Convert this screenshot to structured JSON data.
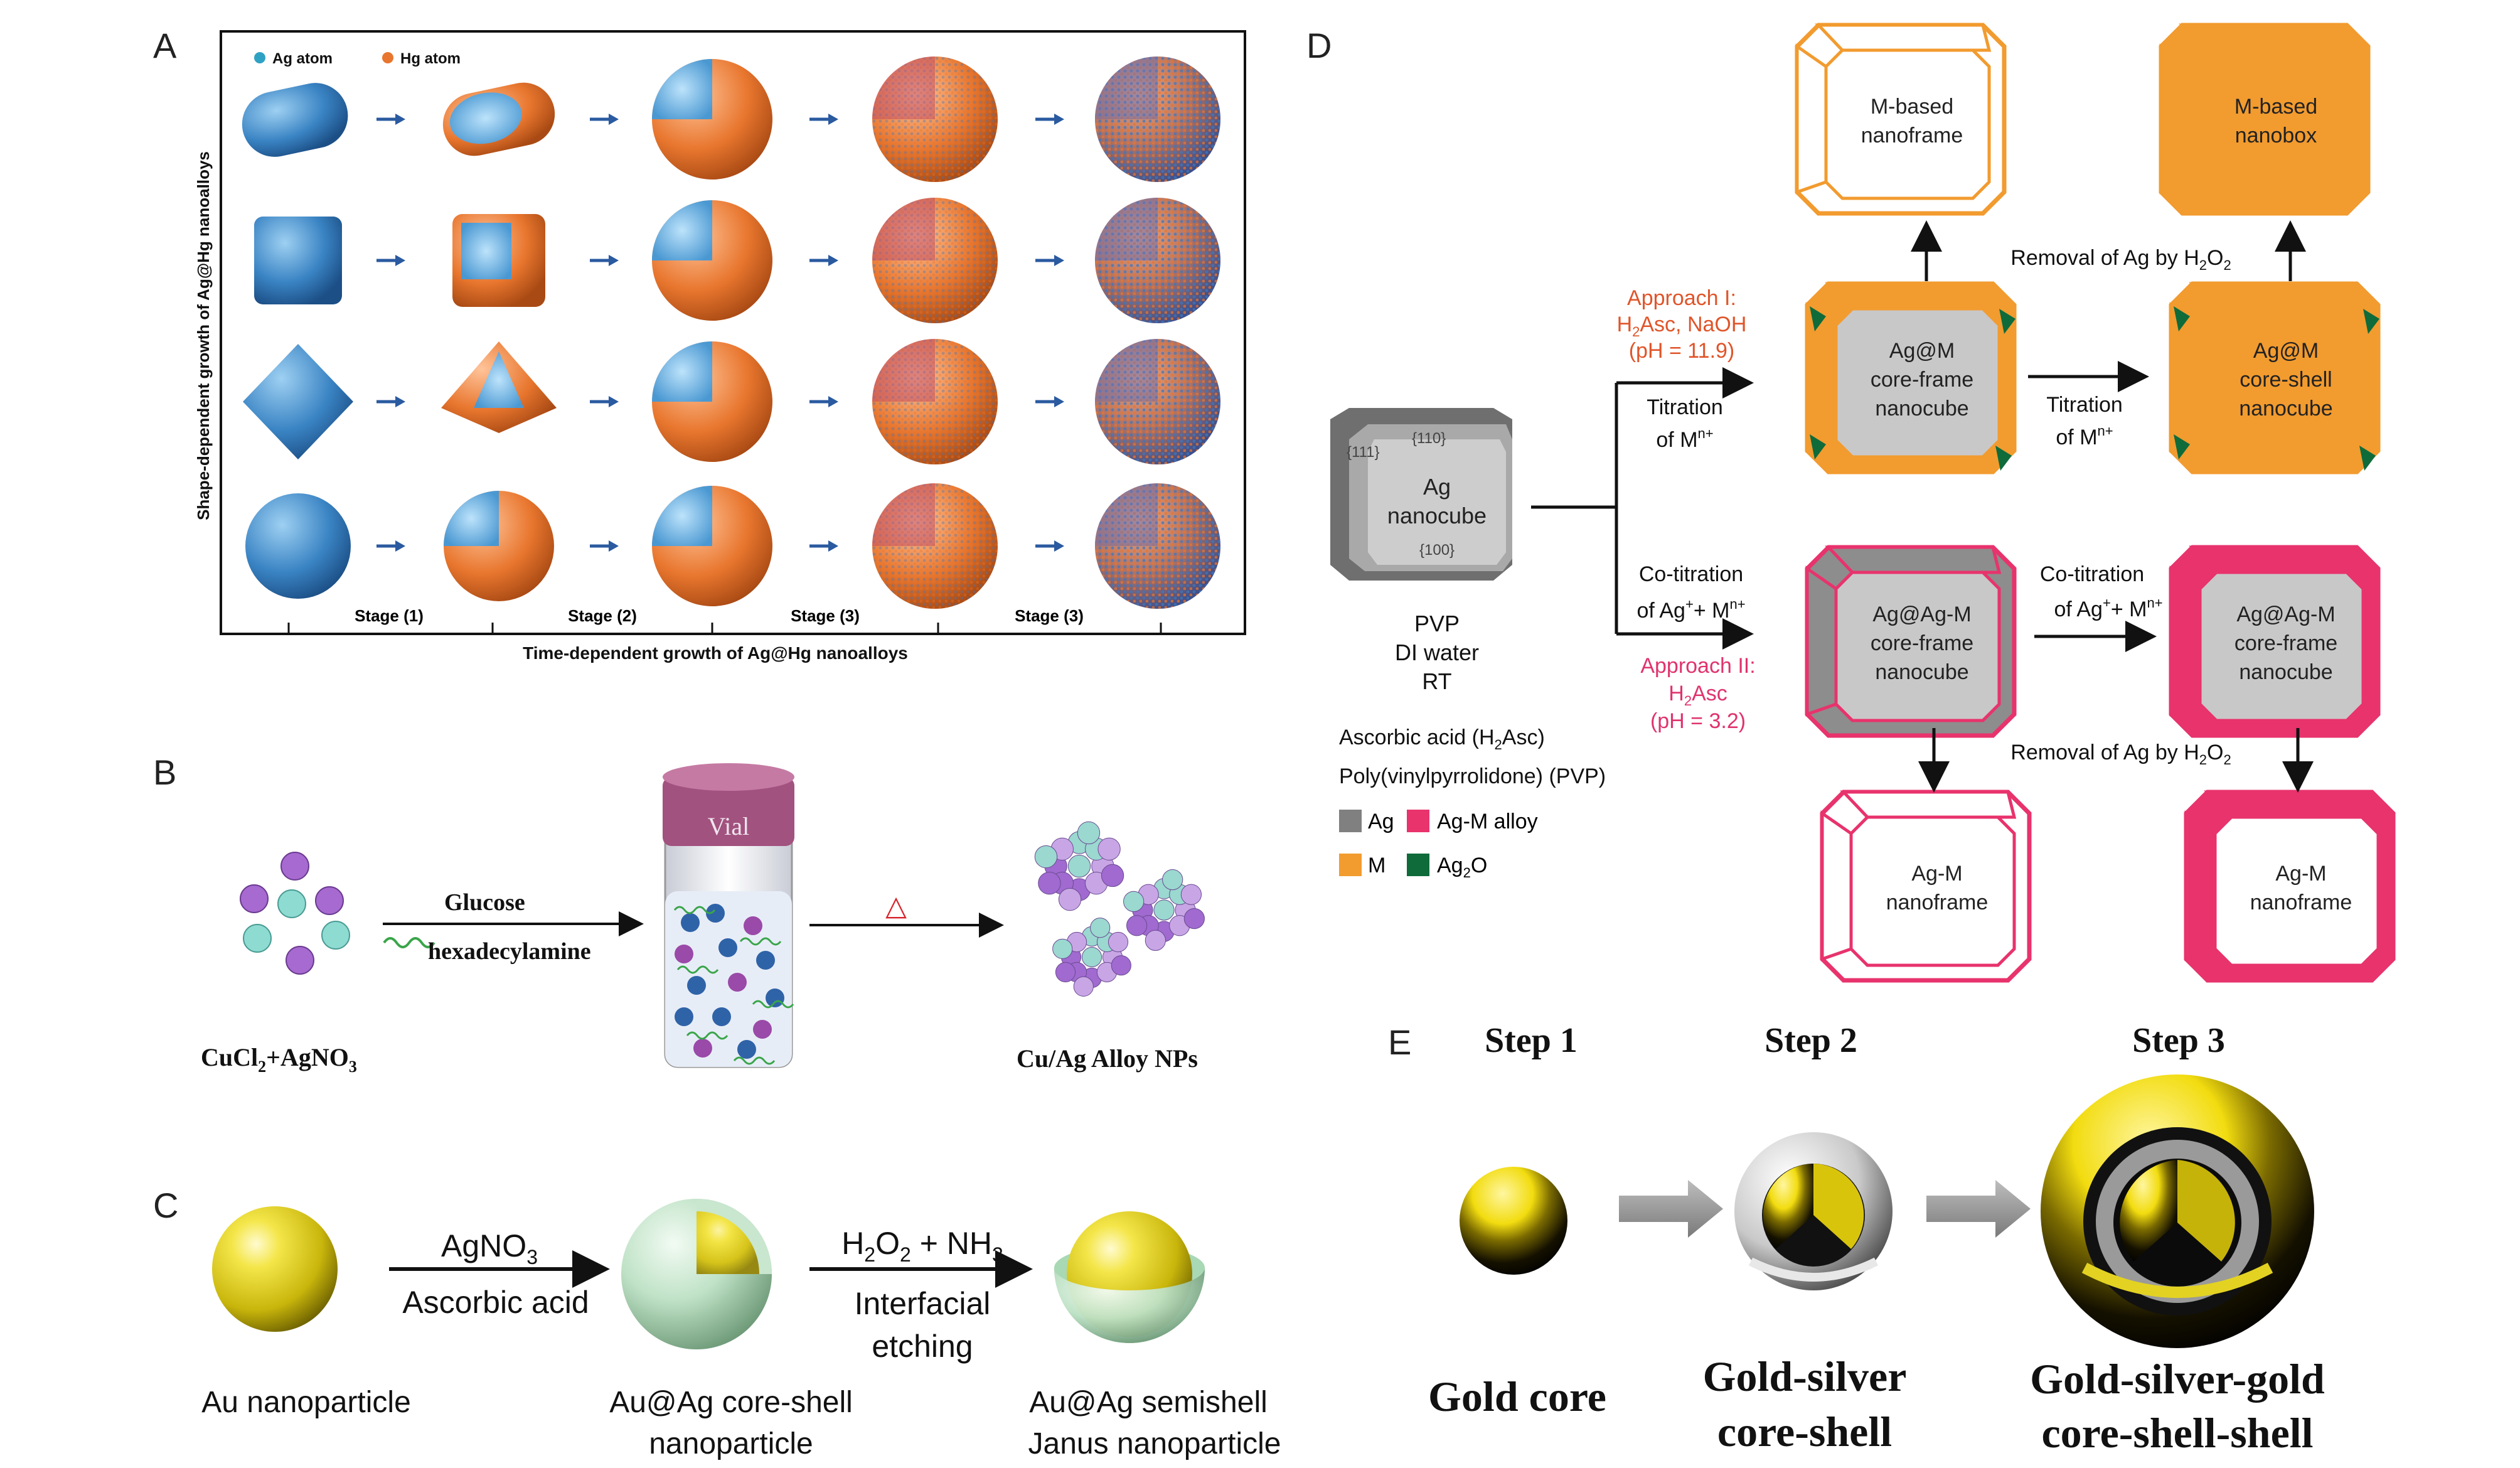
{
  "panels": {
    "A": {
      "letter": "A",
      "legend": {
        "ag": "Ag atom",
        "hg": "Hg atom",
        "ag_color": "#2f7fc4",
        "hg_color": "#e8762e"
      },
      "y_axis_label": "Shape-dependent growth of Ag@Hg nanoalloys",
      "x_axis_label": "Time-dependent growth of Ag@Hg nanoalloys",
      "stages": [
        "Stage (1)",
        "Stage (2)",
        "Stage (3)",
        "Stage (3)"
      ]
    },
    "B": {
      "letter": "B",
      "reagent1": "Glucose",
      "reagent2": "hexadecylamine",
      "vial": "Vial",
      "precursor_main": "CuCl",
      "precursor_sub2": "2",
      "precursor_mid": "+AgNO",
      "precursor_sub3": "3",
      "heat_symbol": "△",
      "product": "Cu/Ag Alloy NPs"
    },
    "C": {
      "letter": "C",
      "reagent1": "AgNO",
      "reagent1_sub": "3",
      "reagent2": "Ascorbic acid",
      "etchant_a": "H",
      "etchant_sub_a": "2",
      "etchant_b": "O",
      "etchant_sub_b": "2",
      "etchant_c": " + NH",
      "etchant_sub_c": "3",
      "etch_line1": "Interfacial",
      "etch_line2": "etching",
      "p1": "Au nanoparticle",
      "p2_line1": "Au@Ag core-shell",
      "p2_line2": "nanoparticle",
      "p3_line1": "Au@Ag semishell",
      "p3_line2": "Janus nanoparticle"
    },
    "D": {
      "letter": "D",
      "ag_cube": {
        "line1": "Ag",
        "line2": "nanocube",
        "f111": "{111}",
        "f110": "{110}",
        "f100": "{100}"
      },
      "conditions": [
        "PVP",
        "DI water",
        "RT"
      ],
      "reagent_asc": "Ascorbic acid (H",
      "reagent_asc_sub": "2",
      "reagent_asc_end": "Asc)",
      "reagent_pvp": "Poly(vinylpyrrolidone) (PVP)",
      "legend": [
        {
          "label": "Ag",
          "color": "#808080"
        },
        {
          "label": "Ag-M alloy",
          "color": "#e8336d"
        },
        {
          "label": "M",
          "color": "#f29b2f"
        },
        {
          "label": "Ag",
          "sub": "2",
          "end": "O",
          "color": "#0f6b3a"
        }
      ],
      "approach1": {
        "line1": "Approach I:",
        "line2a": "H",
        "line2sub": "2",
        "line2b": "Asc, NaOH",
        "line3": "(pH = 11.9)",
        "color": "#e0552a"
      },
      "approach2": {
        "line1": "Approach II:",
        "line2a": "H",
        "line2sub": "2",
        "line2b": "Asc",
        "line3": "(pH = 3.2)",
        "color": "#e0336d"
      },
      "titration": {
        "line1": "Titration",
        "line2": "of M",
        "sup": "n+"
      },
      "cotitration": {
        "line1": "Co-titration",
        "line2": "of Ag",
        "sup1": "+",
        "mid": "+ M",
        "sup2": "n+"
      },
      "removal": "Removal of Ag by H",
      "removal_sub1": "2",
      "removal_mid": "O",
      "removal_sub2": "2",
      "cube_coreframe": [
        "Ag@M",
        "core-frame",
        "nanocube"
      ],
      "cube_coreshell": [
        "Ag@M",
        "core-shell",
        "nanocube"
      ],
      "cube_nanoframe": [
        "M-based",
        "nanoframe"
      ],
      "cube_nanobox": [
        "M-based",
        "nanobox"
      ],
      "cube_agm_coreframe": [
        "Ag@Ag-M",
        "core-frame",
        "nanocube"
      ],
      "cube_agm_nanoframe": [
        "Ag-M",
        "nanoframe"
      ]
    },
    "E": {
      "letter": "E",
      "steps": [
        "Step 1",
        "Step 2",
        "Step 3"
      ],
      "labels": [
        [
          "Gold core"
        ],
        [
          "Gold-silver",
          "core-shell"
        ],
        [
          "Gold-silver-gold",
          "core-shell-shell"
        ]
      ]
    }
  }
}
